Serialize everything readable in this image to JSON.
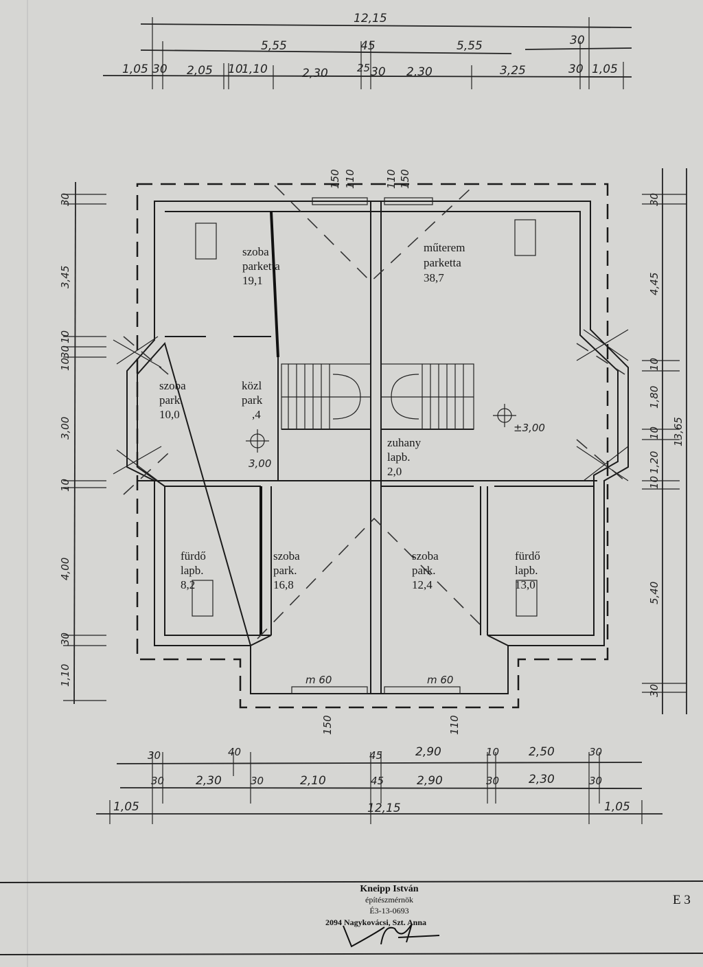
{
  "drawing": {
    "top_dimensions": {
      "overall": "12,15",
      "mid": [
        "5,55",
        "45",
        "5,55",
        "30"
      ],
      "detail": [
        "1,05",
        "30",
        "2,05",
        "10",
        "1,10",
        "2,30",
        "25",
        "30",
        "2,30",
        "3,25",
        "30",
        "1,05"
      ]
    },
    "bottom_dimensions": {
      "row1": [
        "30",
        "40",
        "45",
        "2,90",
        "10",
        "2,50",
        "30"
      ],
      "row2": [
        "30",
        "2,30",
        "30",
        "2,10",
        "45",
        "2,90",
        "30",
        "2,30",
        "30"
      ],
      "overall": [
        "1,05",
        "12,15",
        "1,05"
      ]
    },
    "left_dimensions": [
      "30",
      "3,45",
      "10",
      "30",
      "10",
      "3,00",
      "10",
      "4,00",
      "30",
      "1,10"
    ],
    "right_dimensions": [
      "30",
      "4,45",
      "10",
      "1,80",
      "10",
      "1,20",
      "10",
      "13,65",
      "5,40",
      "30"
    ],
    "rooms": [
      {
        "name": "szoba",
        "floor": "parketta",
        "area": "19,1"
      },
      {
        "name": "műterem",
        "floor": "parketta",
        "area": "38,7"
      },
      {
        "name": "szoba",
        "floor": "park.",
        "area": "10,0"
      },
      {
        "name": "közl",
        "floor": "park",
        "area": ",4"
      },
      {
        "name": "zuhany",
        "floor": "lapb.",
        "area": "2,0"
      },
      {
        "name": "fürdő",
        "floor": "lapb.",
        "area": "8,2"
      },
      {
        "name": "szoba",
        "floor": "park.",
        "area": "16,8"
      },
      {
        "name": "szoba",
        "floor": "park.",
        "area": "12,4"
      },
      {
        "name": "fürdő",
        "floor": "lapb.",
        "area": "13,0"
      }
    ],
    "levels": [
      "±3,00",
      "3,00"
    ],
    "window_marks": [
      "150",
      "150",
      "110",
      "110",
      "m 60",
      "m 60",
      "150",
      "110"
    ]
  },
  "title_block": {
    "name": "Kneipp István",
    "title": "építészmérnök",
    "license": "É3-13-0693",
    "address": "2094 Nagykovácsi, Szt. Anna",
    "sheet": "E 3"
  }
}
